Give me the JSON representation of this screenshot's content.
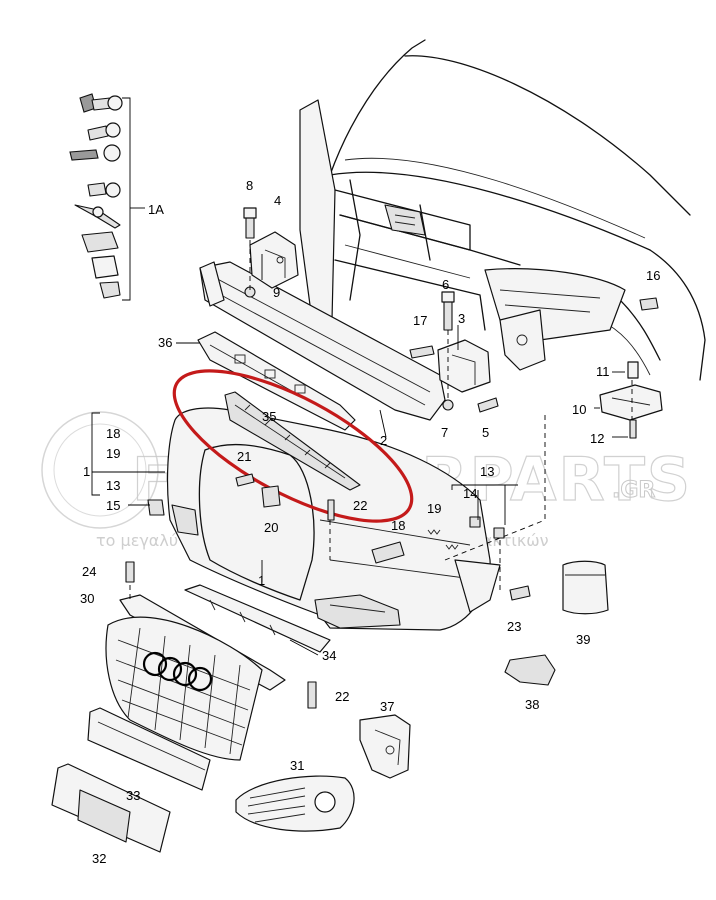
{
  "diagram": {
    "watermark": {
      "brand": "FOURCARPARTS",
      "domain_suffix": ".GR",
      "tagline": "το μεγαλύτερο ηλεκτρονικό κατάστημα ανταλλακτικών"
    },
    "callouts": {
      "c1": "1",
      "c1a": "1A",
      "c1b": "1",
      "c2": "2",
      "c3": "3",
      "c4": "4",
      "c5": "5",
      "c6": "6",
      "c7": "7",
      "c8": "8",
      "c9": "9",
      "c10": "10",
      "c11": "11",
      "c12": "12",
      "c13a": "13",
      "c13b": "13",
      "c14": "14",
      "c15": "15",
      "c16": "16",
      "c17": "17",
      "c18a": "18",
      "c18b": "18",
      "c19a": "19",
      "c19b": "19",
      "c20": "20",
      "c21": "21",
      "c22a": "22",
      "c22b": "22",
      "c23": "23",
      "c24": "24",
      "c30": "30",
      "c31": "31",
      "c32": "32",
      "c33": "33",
      "c34": "34",
      "c35": "35",
      "c36": "36",
      "c37": "37",
      "c38": "38",
      "c39": "39"
    },
    "colors": {
      "highlight": "#c41a1a",
      "line": "#111111",
      "watermark": "#c9c9c9"
    }
  }
}
